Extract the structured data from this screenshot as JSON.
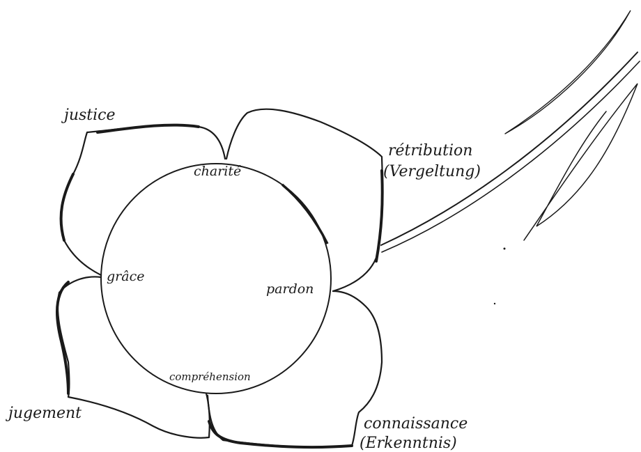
{
  "diagram": {
    "outer_labels": {
      "top_left": "justice",
      "top_right_line1": "rétribution",
      "top_right_line2": "(Vergeltung)",
      "bottom_left": "jugement",
      "bottom_right_line1": "connaissance",
      "bottom_right_line2": "(Erkenntnis)"
    },
    "inner_labels": {
      "top": "charité",
      "left": "grâce",
      "right": "pardon",
      "bottom": "compréhension"
    },
    "colors": {
      "ink": "#1a1a1a",
      "paper": "#ffffff"
    }
  }
}
